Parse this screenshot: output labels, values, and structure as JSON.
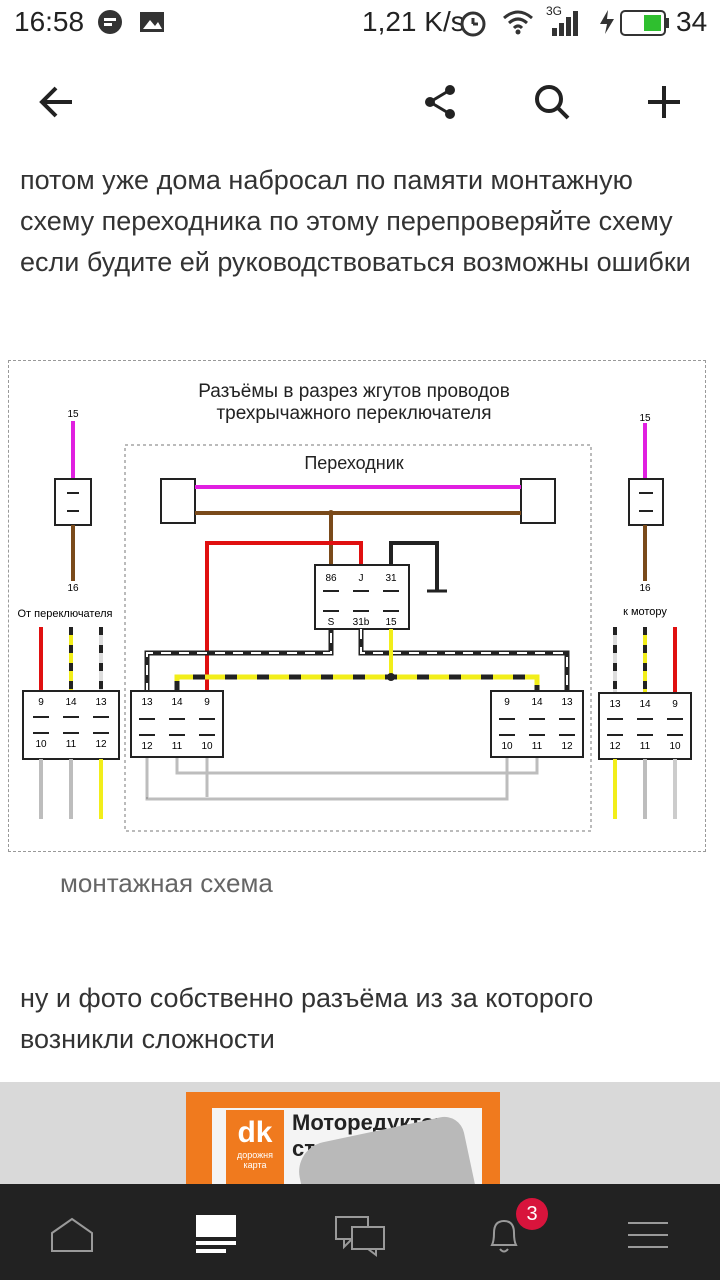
{
  "status_bar": {
    "time": "16:58",
    "speed": "1,21 K/s",
    "network": "3G",
    "battery": "34"
  },
  "post": {
    "paragraph1": "потом уже дома набросал по памяти монтажную схему переходника по этому перепроверяйте схему если будите ей руководствоваться возможны ошибки",
    "caption": "монтажная схема",
    "paragraph2": "ну и фото собственно разъёма из за которого возникли сложности"
  },
  "diagram": {
    "title_line1": "Разъёмы в разрез жгутов проводов",
    "title_line2": "трехрычажного переключателя",
    "adapter_label": "Переходник",
    "left_label": "От переключателя",
    "right_label": "к мотору",
    "pin_15": "15",
    "pin_16": "16",
    "relay_top": [
      "86",
      "J",
      "31"
    ],
    "relay_bottom": [
      "S",
      "31b",
      "15"
    ],
    "conn_left_top": [
      "9",
      "14",
      "13"
    ],
    "conn_left_bottom": [
      "10",
      "11",
      "12"
    ],
    "conn_inner_left_top": [
      "13",
      "14",
      "9"
    ],
    "conn_inner_left_bottom": [
      "12",
      "11",
      "10"
    ],
    "conn_inner_right_top": [
      "9",
      "14",
      "13"
    ],
    "conn_inner_right_bottom": [
      "10",
      "11",
      "12"
    ],
    "conn_right_top": [
      "13",
      "14",
      "9"
    ],
    "conn_right_bottom": [
      "12",
      "11",
      "10"
    ]
  },
  "photo": {
    "box_title_line1": "Моторедуктор",
    "box_title_line2": "стек",
    "logo_text": "дорожня карта"
  },
  "bottom_nav": {
    "notifications_count": "3"
  },
  "colors": {
    "magenta": "#e020e0",
    "brown": "#7a4a1a",
    "red": "#e01010",
    "yellow": "#f2ee1a",
    "gray": "#bdbdbd",
    "accent_badge": "#d8143c"
  }
}
